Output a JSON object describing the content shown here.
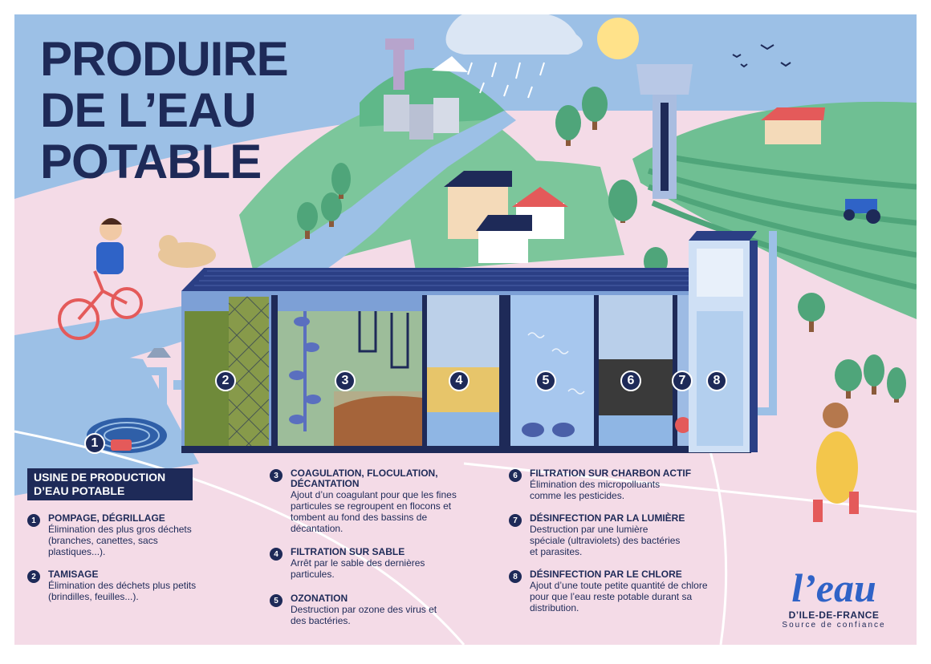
{
  "poster": {
    "title_lines": [
      "PRODUIRE",
      "DE L’EAU",
      "POTABLE"
    ],
    "colors": {
      "navy": "#1e2a58",
      "sky": "#9cc0e6",
      "pink": "#f4dbe7",
      "green": "#6fbf93",
      "logo_blue": "#2f63c7"
    }
  },
  "diagram": {
    "steps": [
      "1",
      "2",
      "3",
      "4",
      "5",
      "6",
      "7",
      "8"
    ]
  },
  "legend": {
    "heading": "USINE DE PRODUCTION D’EAU POTABLE",
    "items": [
      {
        "num": "1",
        "title": "POMPAGE, DÉGRILLAGE",
        "text": "Élimination des plus gros déchets (branches, canettes, sacs plastiques...)."
      },
      {
        "num": "2",
        "title": "TAMISAGE",
        "text": "Élimination des déchets plus petits (brindilles, feuilles...)."
      },
      {
        "num": "3",
        "title": "COAGULATION, FLOCULATION, DÉCANTATION",
        "text": "Ajout d’un coagulant pour que les fines particules se regroupent en flocons et tombent au fond des bassins de décantation."
      },
      {
        "num": "4",
        "title": "FILTRATION SUR SABLE",
        "text": "Arrêt par le sable des dernières particules."
      },
      {
        "num": "5",
        "title": "OZONATION",
        "text": "Destruction par ozone des virus et des bactéries."
      },
      {
        "num": "6",
        "title": "FILTRATION SUR CHARBON ACTIF",
        "text": "Élimination des micropolluants comme les pesticides."
      },
      {
        "num": "7",
        "title": "DÉSINFECTION PAR LA LUMIÈRE",
        "text": "Destruction par une lumière spéciale (ultraviolets) des bactéries et parasites."
      },
      {
        "num": "8",
        "title": "DÉSINFECTION PAR LE CHLORE",
        "text": "Ajout d’une toute petite quantité de chlore pour que l’eau reste potable durant sa distribution."
      }
    ]
  },
  "logo": {
    "mark": "l’eau",
    "name": "D’ILE-DE-FRANCE",
    "tagline": "Source de confiance"
  }
}
